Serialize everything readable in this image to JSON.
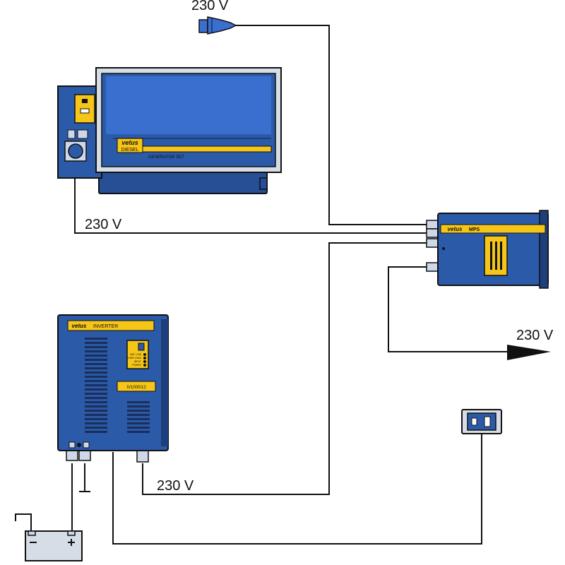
{
  "labels": {
    "shore_power": "230 V",
    "generator_output": "230 V",
    "ac_output": "230 V",
    "inverter_output": "230 V"
  },
  "generator": {
    "brand": "vetus",
    "model": "DIESEL",
    "description": "GENERATOR SET"
  },
  "switch_unit": {
    "brand": "vetus",
    "model": "MPS"
  },
  "inverter": {
    "brand": "vetus",
    "title": "INVERTER",
    "model_plate": "IV1000/12",
    "indicators": [
      "BAT. LOW",
      "OVER LOAD",
      "INPUT",
      "POWER"
    ]
  },
  "colors": {
    "body_blue": "#2b5aa8",
    "dark_blue": "#1d3f7c",
    "yellow": "#f5c518",
    "wire": "#111111"
  },
  "icons": [
    "shore-plug-icon",
    "battery-icon",
    "ground-icon",
    "wall-socket-icon",
    "output-arrow-icon"
  ]
}
